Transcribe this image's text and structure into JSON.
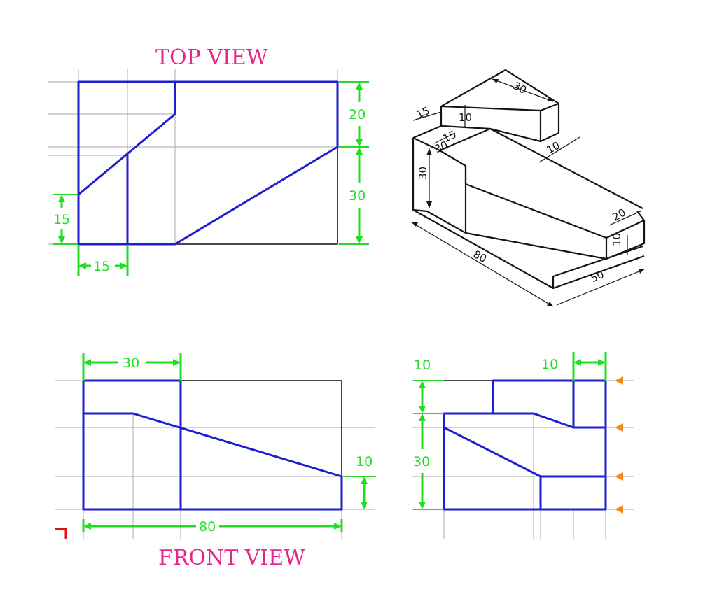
{
  "titles": {
    "top_view": "TOP  VIEW",
    "front_view": "FRONT VIEW"
  },
  "top_view_dims": {
    "width_20": "20",
    "width_30": "30",
    "height_15": "15",
    "length_15": "15"
  },
  "front_view_dims": {
    "length_30": "30",
    "height_10": "10",
    "length_80": "80"
  },
  "side_view_dims": {
    "top_10": "10",
    "right_10": "10",
    "height_30": "30"
  },
  "isometric_dims": {
    "d30_top": "30",
    "d10_top": "10",
    "d15_left": "15",
    "d15_step": "15",
    "d30_step": "30",
    "d10_neck": "10",
    "d30_height": "30",
    "d80_length": "80",
    "d50_width": "50",
    "d20_end": "20",
    "d10_end": "10"
  },
  "colors": {
    "title": "#e8268a",
    "dimension": "#22dd22",
    "edge": "#1f1fd2",
    "marker": "#f08a1c",
    "corner": "#e01010"
  }
}
